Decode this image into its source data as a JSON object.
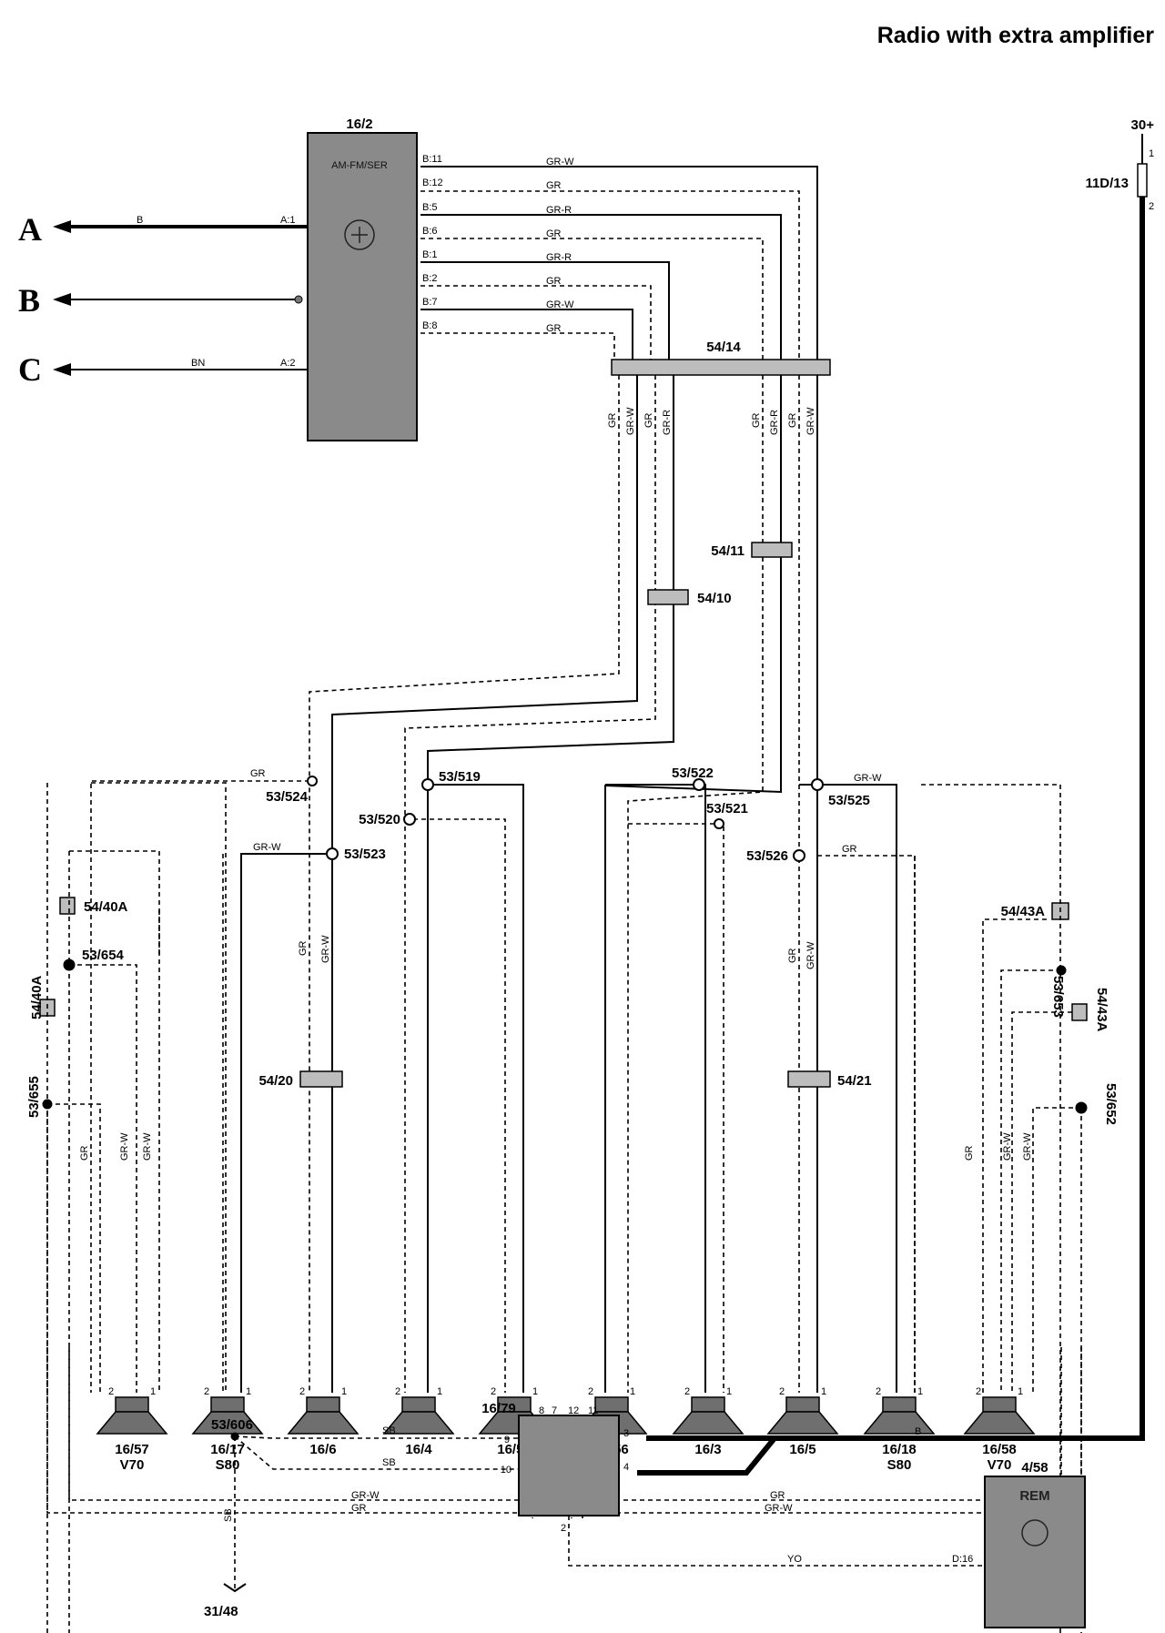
{
  "title": "Radio with extra amplifier",
  "supply": {
    "label": "30+",
    "fuse": "11D/13",
    "pin_top": "1",
    "pin_bottom": "2"
  },
  "sides": [
    {
      "letter": "A",
      "wire": "B",
      "pin": "A:1"
    },
    {
      "letter": "B"
    },
    {
      "letter": "C",
      "wire": "BN",
      "pin": "A:2"
    }
  ],
  "radio": {
    "id": "16/2",
    "name": "AM-FM/SER",
    "pins": [
      "B:11",
      "B:12",
      "B:5",
      "B:6",
      "B:1",
      "B:2",
      "B:7",
      "B:8"
    ],
    "colors": [
      "GR-W",
      "GR",
      "GR-R",
      "GR",
      "GR-R",
      "GR",
      "GR-W",
      "GR"
    ]
  },
  "connectors": {
    "main": "54/14",
    "c11": "54/11",
    "c10": "54/10",
    "c20": "54/20",
    "c21": "54/21",
    "c40": "54/40A",
    "c40v": "54/40A",
    "c43": "54/43A",
    "c43v": "54/43A"
  },
  "splices": [
    "53/524",
    "53/519",
    "53/522",
    "53/525",
    "53/520",
    "53/521",
    "53/523",
    "53/526",
    "53/654",
    "53/655",
    "53/653",
    "53/652",
    "53/606"
  ],
  "wire_colors": {
    "gr": "GR",
    "grw": "GR-W",
    "grr": "GR-R",
    "sb": "SB",
    "b": "B",
    "yo": "YO"
  },
  "speakers": [
    {
      "id": "16/57",
      "model": "V70"
    },
    {
      "id": "16/17",
      "model": "S80"
    },
    {
      "id": "16/6",
      "model": ""
    },
    {
      "id": "16/4",
      "model": ""
    },
    {
      "id": "16/55",
      "model": ""
    },
    {
      "id": "16/56",
      "model": ""
    },
    {
      "id": "16/3",
      "model": ""
    },
    {
      "id": "16/5",
      "model": ""
    },
    {
      "id": "16/18",
      "model": "S80"
    },
    {
      "id": "16/58",
      "model": "V70"
    }
  ],
  "speaker_pins": {
    "left": "2",
    "right": "1"
  },
  "amplifier": {
    "id": "16/79",
    "pins": [
      "8",
      "7",
      "12",
      "11",
      "3",
      "4",
      "9",
      "10",
      "2"
    ]
  },
  "rem": {
    "id": "4/58",
    "name": "REM",
    "pin": "D:16"
  },
  "ground": "31/48"
}
